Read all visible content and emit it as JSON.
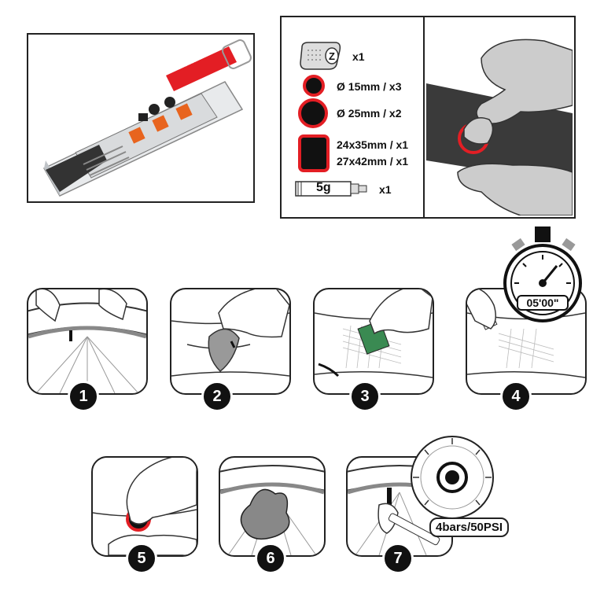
{
  "kit": {
    "items": [
      {
        "icon": "scraper-icon",
        "label": "x1"
      },
      {
        "icon": "patch-15mm-icon",
        "label": "Ø 15mm / x3"
      },
      {
        "icon": "patch-25mm-icon",
        "label": "Ø 25mm / x2"
      },
      {
        "icon": "patch-rect-icon",
        "label": "24x35mm / x1",
        "label2": "27x42mm / x1"
      },
      {
        "icon": "glue-tube-icon",
        "label": "x1",
        "tube_text": "5g"
      }
    ]
  },
  "steps": [
    {
      "number": "1"
    },
    {
      "number": "2"
    },
    {
      "number": "3"
    },
    {
      "number": "4"
    },
    {
      "number": "5"
    },
    {
      "number": "6"
    },
    {
      "number": "7"
    }
  ],
  "timer": {
    "text": "05'00\""
  },
  "pressure": {
    "text": "4bars/50PSI"
  },
  "product": {
    "brand": "Zéfal"
  },
  "colors": {
    "accent": "#e31e24",
    "ink": "#111111",
    "gray": "#c8c8c8"
  }
}
